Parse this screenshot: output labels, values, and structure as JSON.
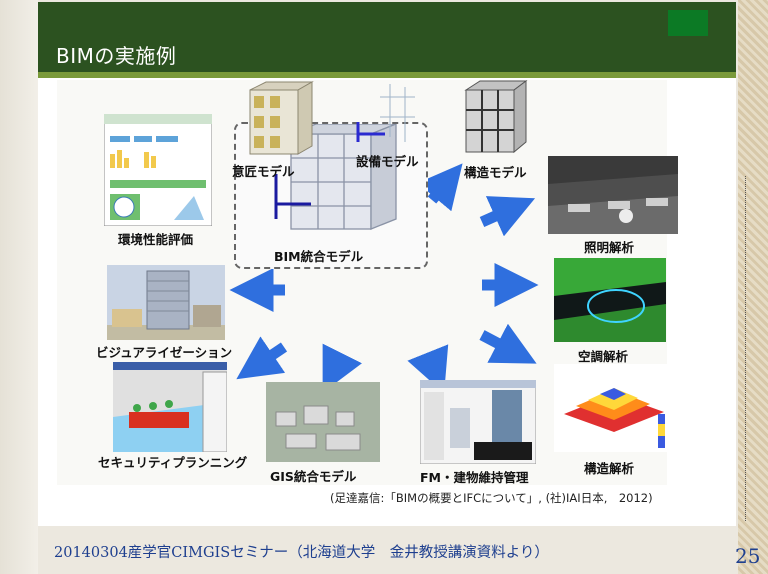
{
  "slide": {
    "title": "BIMの実施例",
    "citation": "(足達嘉信:「BIMの概要とIFCについて」, (社)IAI日本,　2012)",
    "footer": "20140304産学官CIMGISセミナー（北海道大学　金井教授講演資料より）",
    "page_number": "25"
  },
  "diagram": {
    "center": "BIM統合モデル",
    "nodes": {
      "design": "意匠モデル",
      "equipment": "設備モデル",
      "structure_model": "構造モデル",
      "environment": "環境性能評価",
      "lighting": "照明解析",
      "visualization": "ビジュアライゼーション",
      "air": "空調解析",
      "security": "セキュリティプランニング",
      "gis": "GIS統合モデル",
      "fm": "FM・建物維持管理",
      "structure_analysis": "構造解析"
    }
  },
  "colors": {
    "title_bar": "#2c5220",
    "arrow": "#2f6fde",
    "footer_text": "#1e3f8f"
  }
}
